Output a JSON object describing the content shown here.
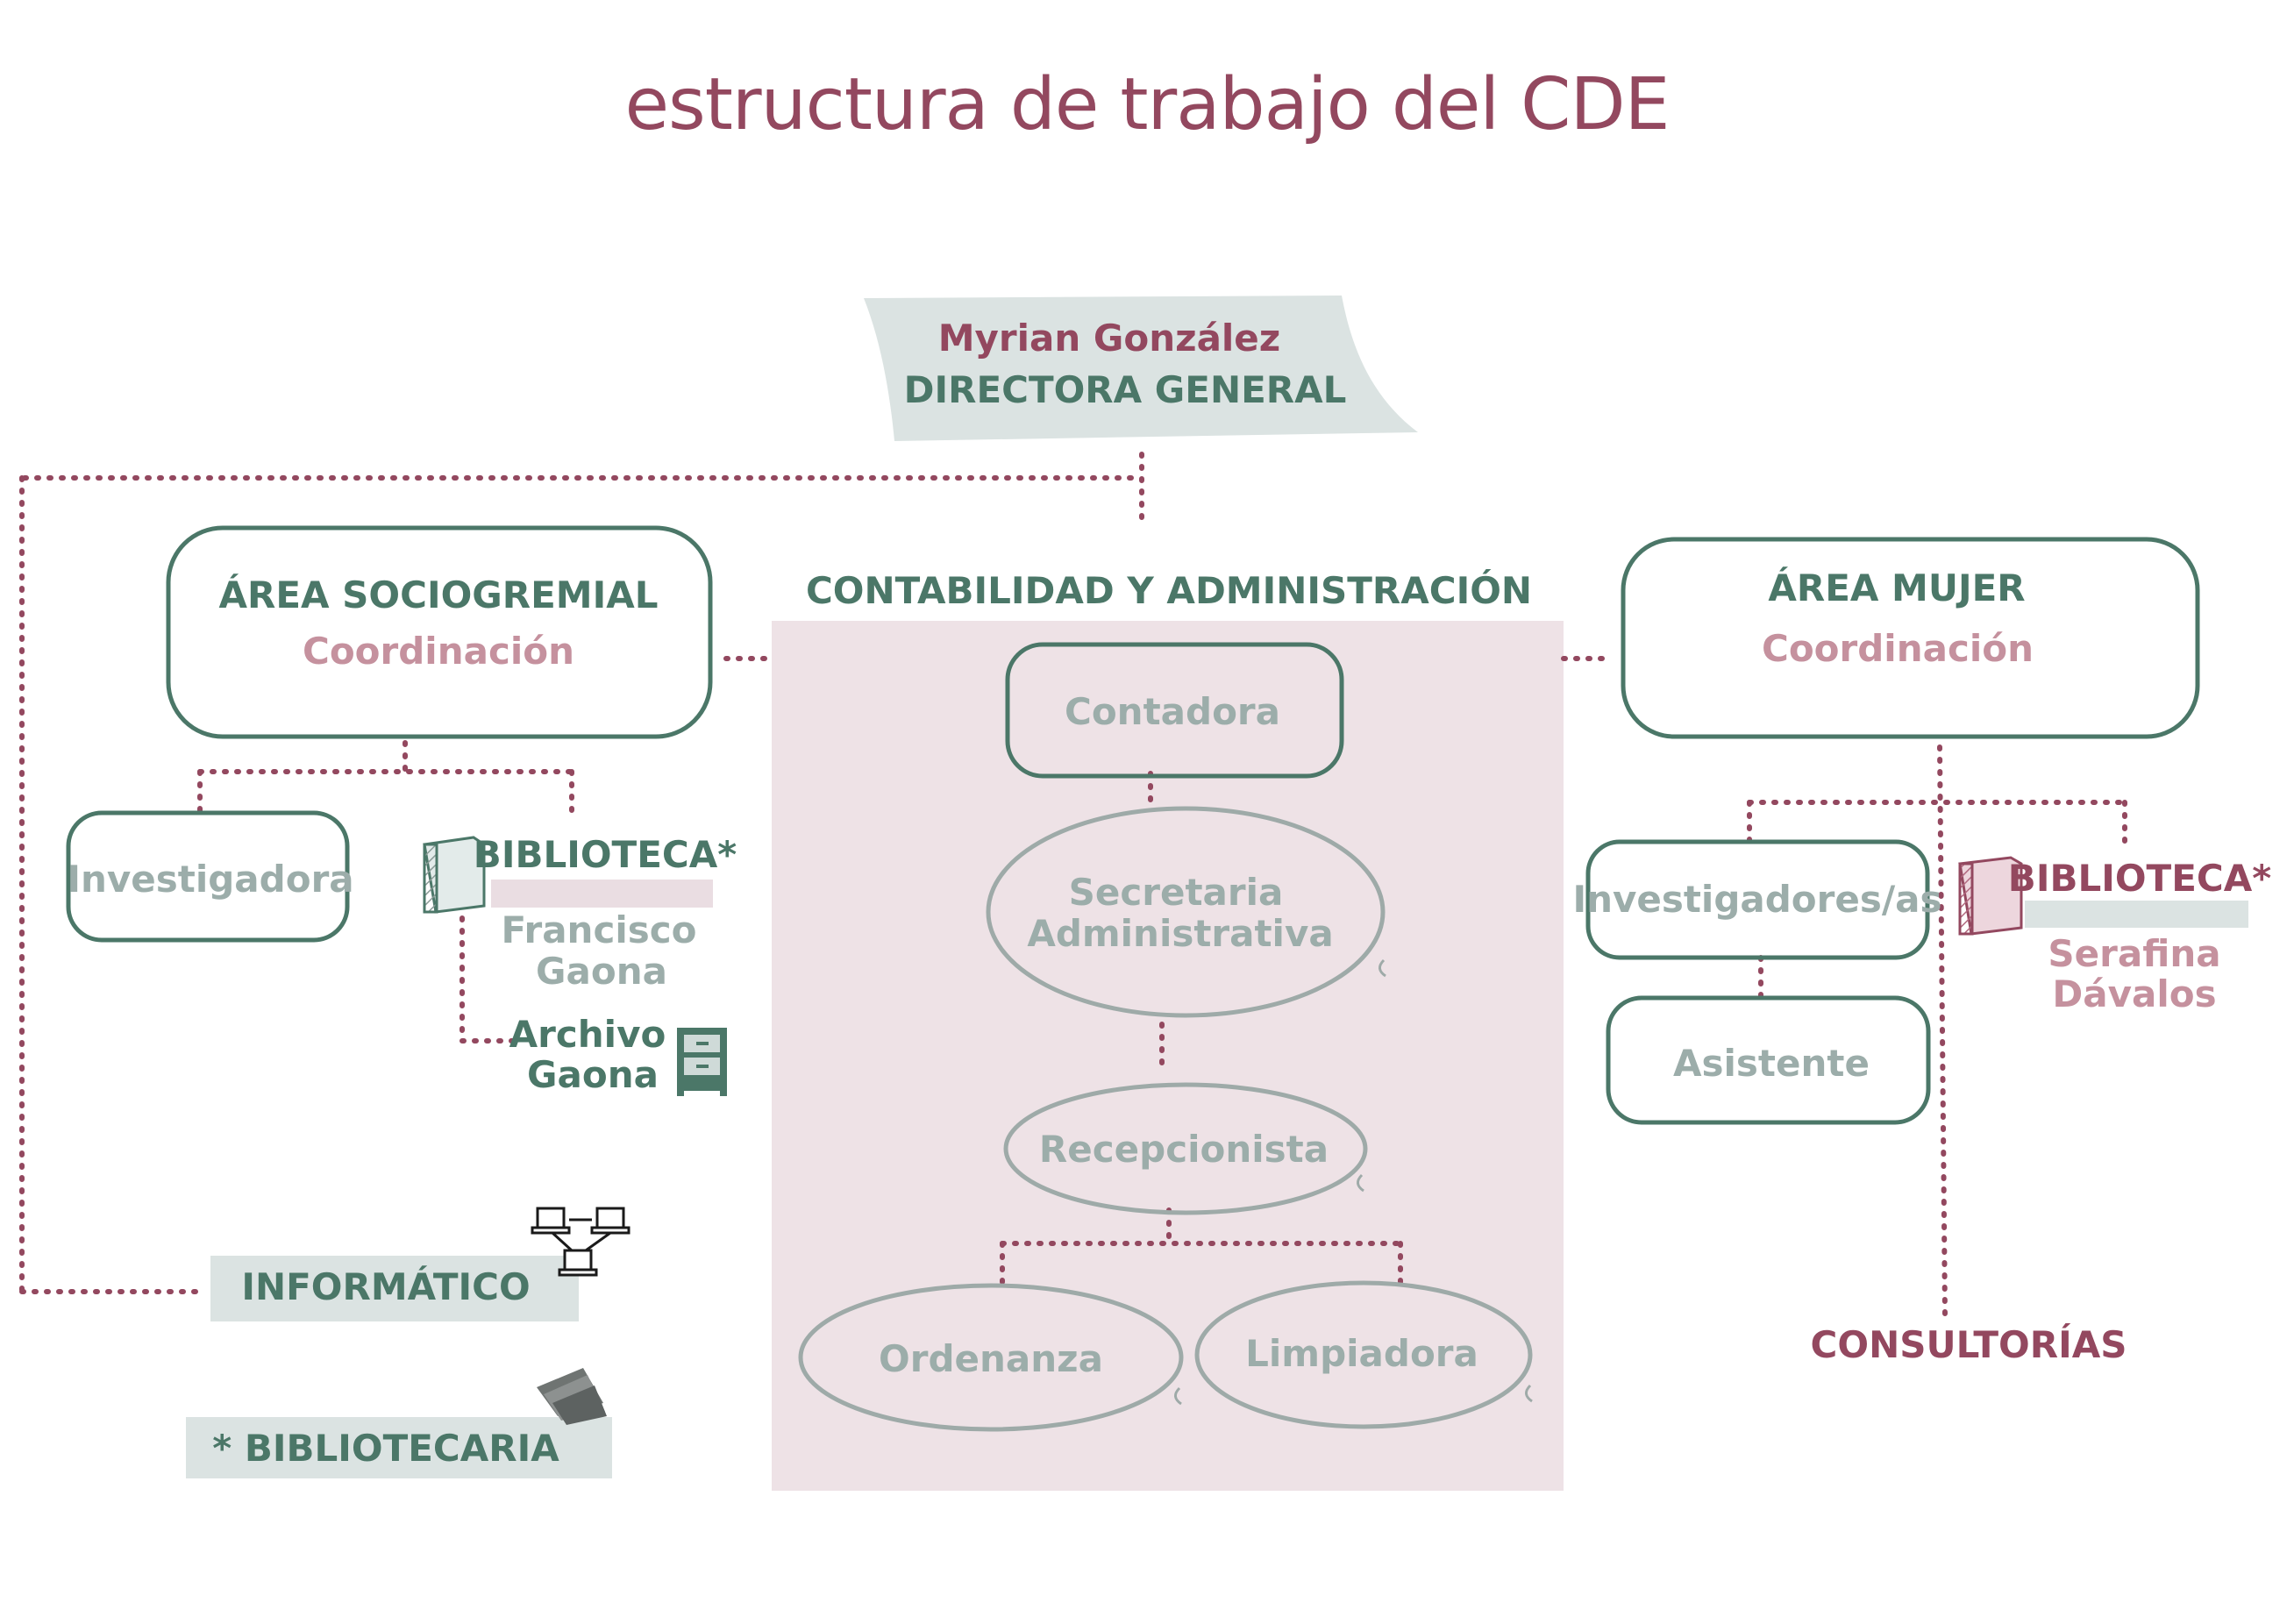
{
  "title": "estructura de trabajo del CDE",
  "director": {
    "name": "Myrian González",
    "role": "DIRECTORA GENERAL"
  },
  "area_sociogremial": {
    "title": "ÁREA SOCIOGREMIAL",
    "subtitle": "Coordinación",
    "investigadora": "Investigadora",
    "biblioteca": "BIBLIOTECA*",
    "bibliotecaria_line1": "Francisco",
    "bibliotecaria_line2": "Gaona",
    "archivo_line1": "Archivo",
    "archivo_line2": "Gaona"
  },
  "contabilidad": {
    "title": "CONTABILIDAD Y ADMINISTRACIÓN",
    "contadora": "Contadora",
    "secretaria_line1": "Secretaria",
    "secretaria_line2": "Administrativa",
    "recepcionista": "Recepcionista",
    "ordenanza": "Ordenanza",
    "limpiadora": "Limpiadora"
  },
  "area_mujer": {
    "title": "ÁREA MUJER",
    "subtitle": "Coordinación",
    "investigadores": "Investigadores/as",
    "asistente": "Asistente",
    "biblioteca": "BIBLIOTECA*",
    "bibliotecaria_line1": "Serafina",
    "bibliotecaria_line2": "Dávalos"
  },
  "informatico": "INFORMÁTICO",
  "bibliotecaria_note": "* BIBLIOTECARIA",
  "consultorias": "CONSULTORÍAS",
  "colors": {
    "wine": "#93485f",
    "green": "#4b7768",
    "grey_text": "#9cadaa",
    "pink_text": "#c5919e",
    "panel_pink": "#eee2e6",
    "label_grey": "#dbe3e2"
  },
  "icons": [
    "book-icon",
    "filing-cabinet-icon",
    "network-computers-icon",
    "stacked-books-icon"
  ]
}
